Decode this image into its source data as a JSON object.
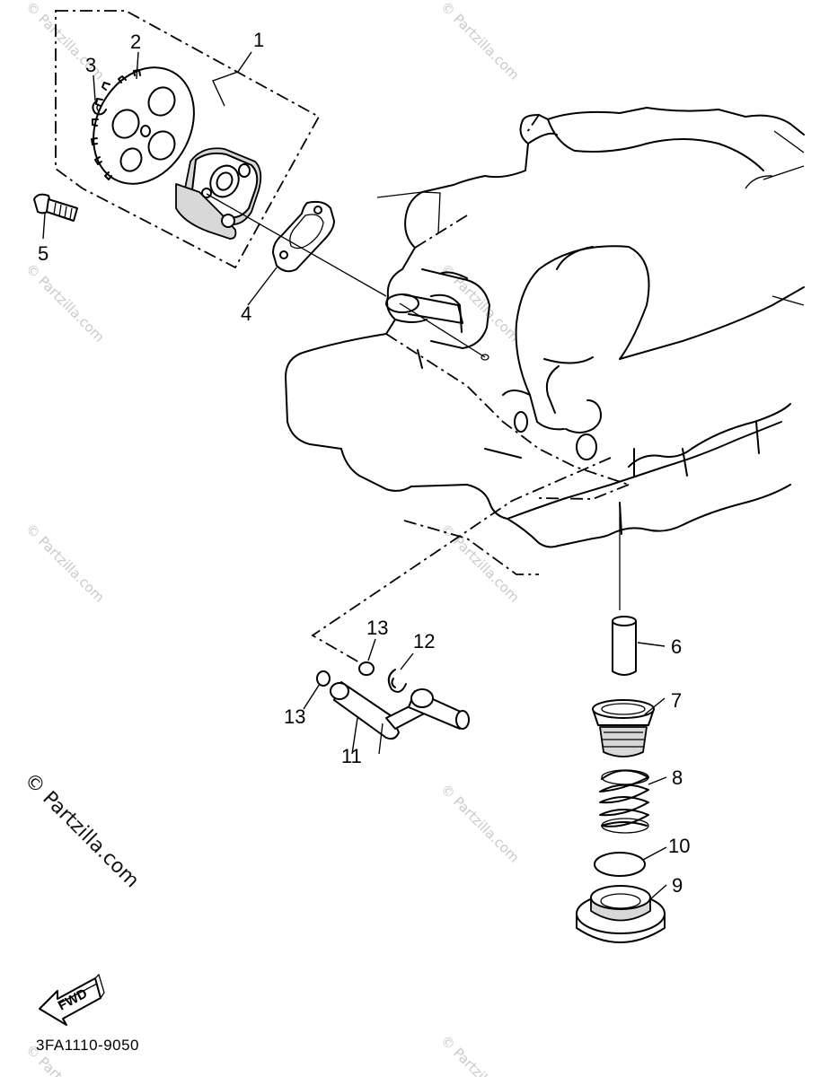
{
  "diagram": {
    "callouts": [
      "1",
      "2",
      "3",
      "4",
      "5",
      "6",
      "7",
      "8",
      "9",
      "10",
      "11",
      "12",
      "13",
      "13"
    ],
    "drawing_code": "3FA1110-9050",
    "direction_arrow_label": "FWD",
    "watermark_text": "© Partzilla.com",
    "watermark_main": "© Partzilla.com"
  }
}
